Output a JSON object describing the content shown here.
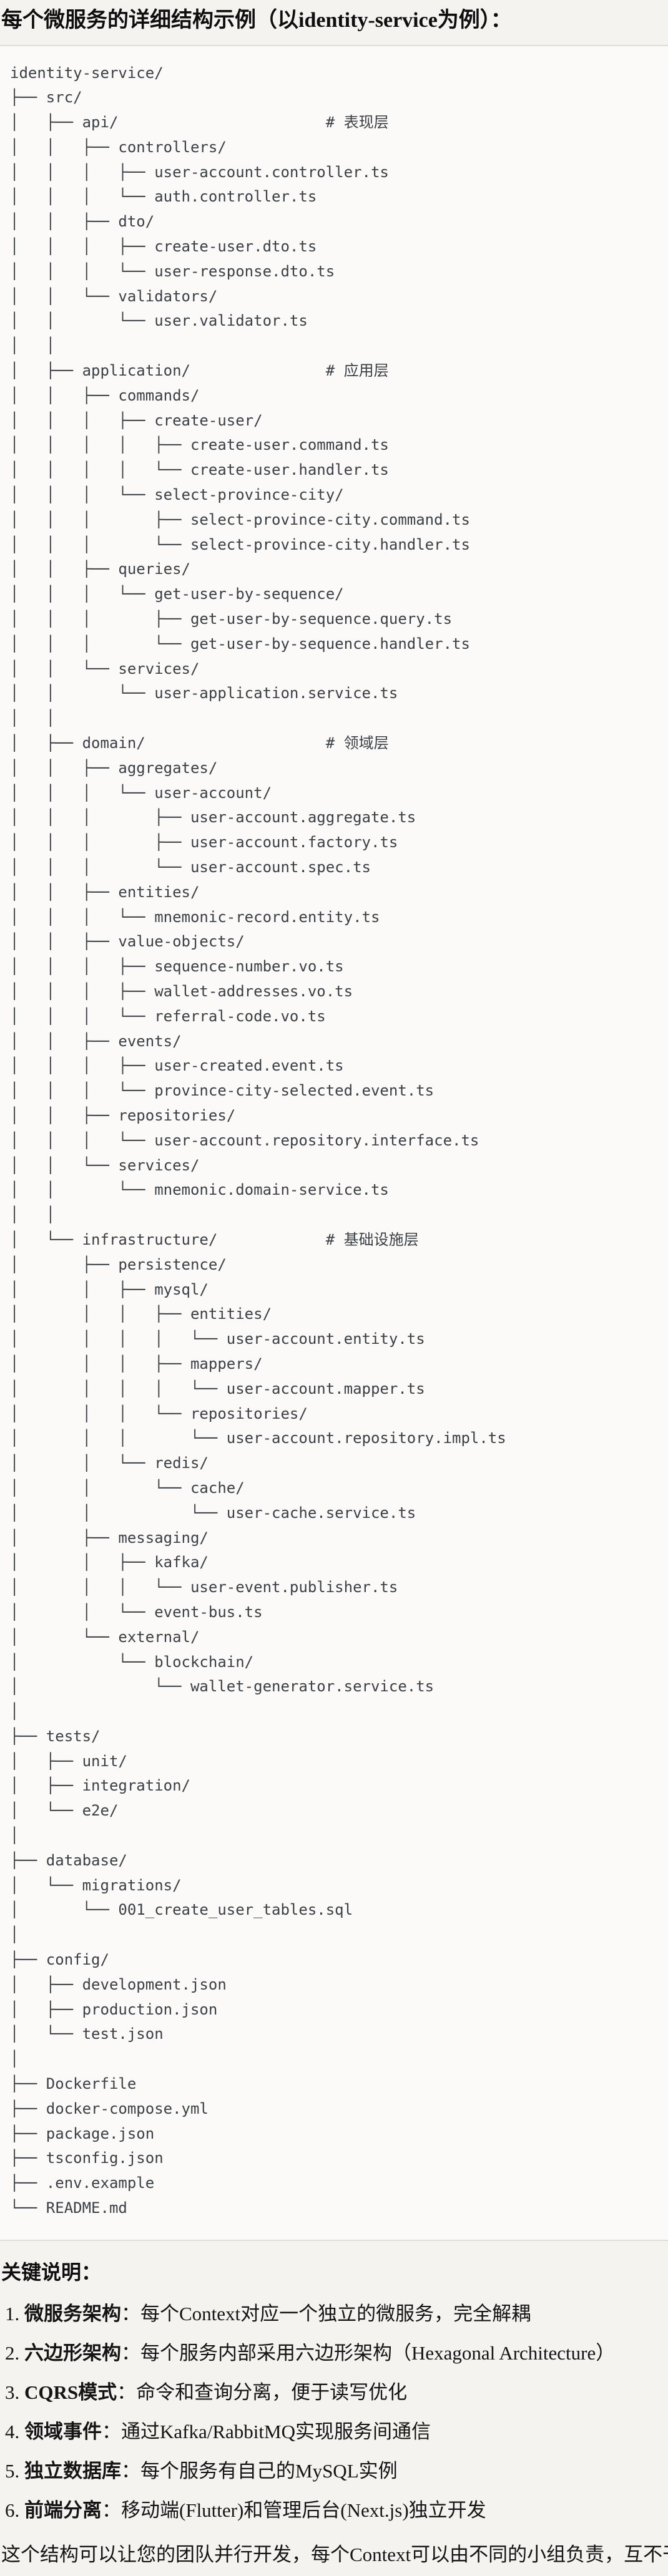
{
  "title": "每个微服务的详细结构示例（以identity-service为例）：",
  "colors": {
    "page_bg": "#f5f3ef",
    "code_bg": "#fbfaf8",
    "code_border": "#deddd8",
    "code_text": "#3b4046",
    "body_text": "#141414"
  },
  "code": {
    "language": "text",
    "layer_comments": [
      "# 表现层",
      "# 应用层",
      "# 领域层",
      "# 基础设施层"
    ],
    "tree_lines": [
      "identity-service/",
      "├── src/",
      "│   ├── api/                       # 表现层",
      "│   │   ├── controllers/",
      "│   │   │   ├── user-account.controller.ts",
      "│   │   │   └── auth.controller.ts",
      "│   │   ├── dto/",
      "│   │   │   ├── create-user.dto.ts",
      "│   │   │   └── user-response.dto.ts",
      "│   │   └── validators/",
      "│   │       └── user.validator.ts",
      "│   │",
      "│   ├── application/               # 应用层",
      "│   │   ├── commands/",
      "│   │   │   ├── create-user/",
      "│   │   │   │   ├── create-user.command.ts",
      "│   │   │   │   └── create-user.handler.ts",
      "│   │   │   └── select-province-city/",
      "│   │   │       ├── select-province-city.command.ts",
      "│   │   │       └── select-province-city.handler.ts",
      "│   │   ├── queries/",
      "│   │   │   └── get-user-by-sequence/",
      "│   │   │       ├── get-user-by-sequence.query.ts",
      "│   │   │       └── get-user-by-sequence.handler.ts",
      "│   │   └── services/",
      "│   │       └── user-application.service.ts",
      "│   │",
      "│   ├── domain/                    # 领域层",
      "│   │   ├── aggregates/",
      "│   │   │   └── user-account/",
      "│   │   │       ├── user-account.aggregate.ts",
      "│   │   │       ├── user-account.factory.ts",
      "│   │   │       └── user-account.spec.ts",
      "│   │   ├── entities/",
      "│   │   │   └── mnemonic-record.entity.ts",
      "│   │   ├── value-objects/",
      "│   │   │   ├── sequence-number.vo.ts",
      "│   │   │   ├── wallet-addresses.vo.ts",
      "│   │   │   └── referral-code.vo.ts",
      "│   │   ├── events/",
      "│   │   │   ├── user-created.event.ts",
      "│   │   │   └── province-city-selected.event.ts",
      "│   │   ├── repositories/",
      "│   │   │   └── user-account.repository.interface.ts",
      "│   │   └── services/",
      "│   │       └── mnemonic.domain-service.ts",
      "│   │",
      "│   └── infrastructure/            # 基础设施层",
      "│       ├── persistence/",
      "│       │   ├── mysql/",
      "│       │   │   ├── entities/",
      "│       │   │   │   └── user-account.entity.ts",
      "│       │   │   ├── mappers/",
      "│       │   │   │   └── user-account.mapper.ts",
      "│       │   │   └── repositories/",
      "│       │   │       └── user-account.repository.impl.ts",
      "│       │   └── redis/",
      "│       │       └── cache/",
      "│       │           └── user-cache.service.ts",
      "│       ├── messaging/",
      "│       │   ├── kafka/",
      "│       │   │   └── user-event.publisher.ts",
      "│       │   └── event-bus.ts",
      "│       └── external/",
      "│           └── blockchain/",
      "│               └── wallet-generator.service.ts",
      "│",
      "├── tests/",
      "│   ├── unit/",
      "│   ├── integration/",
      "│   └── e2e/",
      "│",
      "├── database/",
      "│   └── migrations/",
      "│       └── 001_create_user_tables.sql",
      "│",
      "├── config/",
      "│   ├── development.json",
      "│   ├── production.json",
      "│   └── test.json",
      "│",
      "├── Dockerfile",
      "├── docker-compose.yml",
      "├── package.json",
      "├── tsconfig.json",
      "├── .env.example",
      "└── README.md"
    ]
  },
  "notes": {
    "heading": "关键说明：",
    "items": [
      {
        "num": "1.",
        "label": "微服务架构",
        "text": "：每个Context对应一个独立的微服务，完全解耦"
      },
      {
        "num": "2.",
        "label": "六边形架构",
        "text": "：每个服务内部采用六边形架构（Hexagonal Architecture）"
      },
      {
        "num": "3.",
        "label": "CQRS模式",
        "text": "：命令和查询分离，便于读写优化"
      },
      {
        "num": "4.",
        "label": "领域事件",
        "text": "：通过Kafka/RabbitMQ实现服务间通信"
      },
      {
        "num": "5.",
        "label": "独立数据库",
        "text": "：每个服务有自己的MySQL实例"
      },
      {
        "num": "6.",
        "label": "前端分离",
        "text": "：移动端(Flutter)和管理后台(Next.js)独立开发"
      }
    ],
    "footer": "这个结构可以让您的团队并行开发，每个Context可以由不同的小组负责，互不干扰。"
  }
}
